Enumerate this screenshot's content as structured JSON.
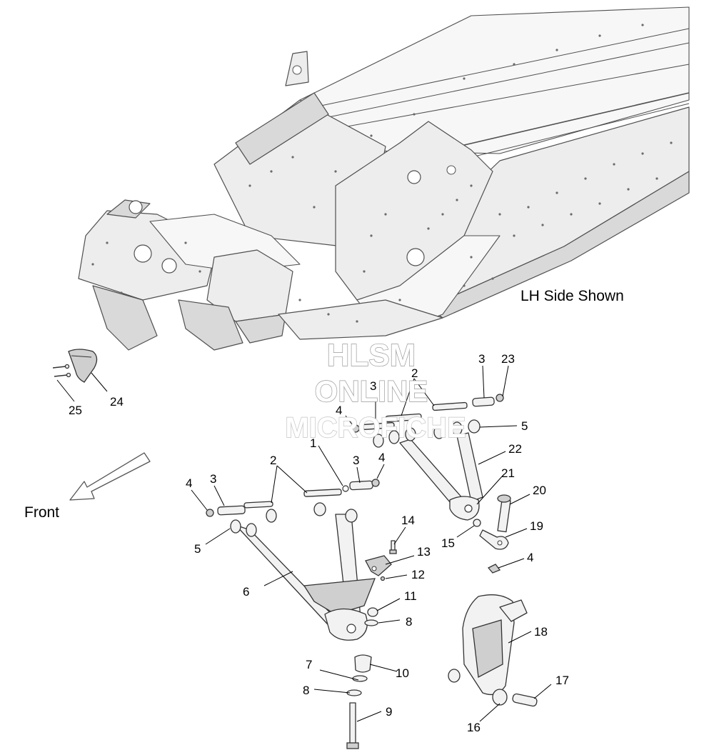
{
  "diagram": {
    "side_note": "LH Side Shown",
    "direction_label": "Front",
    "watermark": [
      "HLSM",
      "ONLINE",
      "MICROFICHE"
    ],
    "callouts": [
      {
        "id": "c1",
        "text": "1"
      },
      {
        "id": "c2a",
        "text": "2"
      },
      {
        "id": "c2b",
        "text": "2"
      },
      {
        "id": "c3a",
        "text": "3"
      },
      {
        "id": "c3b",
        "text": "3"
      },
      {
        "id": "c3c",
        "text": "3"
      },
      {
        "id": "c3d",
        "text": "3"
      },
      {
        "id": "c4a",
        "text": "4"
      },
      {
        "id": "c4b",
        "text": "4"
      },
      {
        "id": "c4c",
        "text": "4"
      },
      {
        "id": "c4d",
        "text": "4"
      },
      {
        "id": "c5a",
        "text": "5"
      },
      {
        "id": "c5b",
        "text": "5"
      },
      {
        "id": "c6",
        "text": "6"
      },
      {
        "id": "c7",
        "text": "7"
      },
      {
        "id": "c8a",
        "text": "8"
      },
      {
        "id": "c8b",
        "text": "8"
      },
      {
        "id": "c9",
        "text": "9"
      },
      {
        "id": "c10",
        "text": "10"
      },
      {
        "id": "c11",
        "text": "11"
      },
      {
        "id": "c12",
        "text": "12"
      },
      {
        "id": "c13",
        "text": "13"
      },
      {
        "id": "c14",
        "text": "14"
      },
      {
        "id": "c15",
        "text": "15"
      },
      {
        "id": "c16",
        "text": "16"
      },
      {
        "id": "c17",
        "text": "17"
      },
      {
        "id": "c18",
        "text": "18"
      },
      {
        "id": "c19",
        "text": "19"
      },
      {
        "id": "c20",
        "text": "20"
      },
      {
        "id": "c21",
        "text": "21"
      },
      {
        "id": "c22",
        "text": "22"
      },
      {
        "id": "c23",
        "text": "23"
      },
      {
        "id": "c24",
        "text": "24"
      },
      {
        "id": "c25",
        "text": "25"
      }
    ]
  }
}
